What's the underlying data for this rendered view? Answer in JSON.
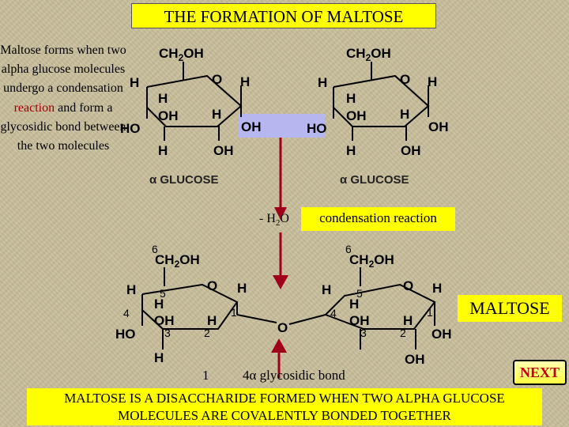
{
  "title": "THE FORMATION OF MALTOSE",
  "description": {
    "part1": "Maltose forms when two alpha glucose molecules undergo a condensation ",
    "part2": "reaction",
    "part3": " and form a glycosidic bond between the two molecules"
  },
  "molecule_top_left": {
    "ch2oh": "CH2OH",
    "ring_o": "O",
    "h_left": "H",
    "h_right": "H",
    "h_c4": "H",
    "oh_c3": "OH",
    "h_c2": "H",
    "ho_c4": "HO",
    "oh_c1": "OH",
    "h_c3": "H",
    "oh_c2": "OH",
    "caption": "α GLUCOSE"
  },
  "molecule_top_right": {
    "ch2oh": "CH2OH",
    "ring_o": "O",
    "h_left": "H",
    "h_right": "H",
    "h_c4": "H",
    "oh_c3": "OH",
    "h_c2": "H",
    "ho_c4": "HO",
    "oh_c1": "OH",
    "h_c3": "H",
    "oh_c2": "OH",
    "caption": "α GLUCOSE"
  },
  "reaction": {
    "minus": "- H",
    "sub": "2",
    "o": "O",
    "label": "condensation reaction"
  },
  "maltose": {
    "label": "MALTOSE",
    "left": {
      "c6": "6",
      "ch2oh": "CH2OH",
      "ring_o": "O",
      "h_a": "H",
      "c5": "5",
      "h_b": "H",
      "h_c": "H",
      "c4": "4",
      "oh": "OH",
      "h_d": "H",
      "c1": "1",
      "ho": "HO",
      "c3": "3",
      "c2": "2",
      "h_e": "H"
    },
    "right": {
      "c6": "6",
      "ch2oh": "CH2OH",
      "ring_o": "O",
      "h_a": "H",
      "c5": "5",
      "h_b": "H",
      "h_c": "H",
      "c4": "4",
      "oh": "OH",
      "h_d": "H",
      "c1": "1",
      "c3": "3",
      "c2": "2",
      "oh_c1": "OH",
      "oh_c2": "OH"
    },
    "bridge_o": "O"
  },
  "glycosidic": {
    "pos1": "1",
    "pos4": "4",
    "alpha": "α",
    "label": " glycosidic bond"
  },
  "next_button": "NEXT",
  "footer": "MALTOSE IS A DISACCHARIDE FORMED WHEN TWO ALPHA GLUCOSE MOLECULES ARE COVALENTLY BONDED TOGETHER",
  "colors": {
    "highlight": "#ffff00",
    "arrow": "#a0001a",
    "water_highlight": "#b7b7f0",
    "accent_text": "#a00000"
  }
}
